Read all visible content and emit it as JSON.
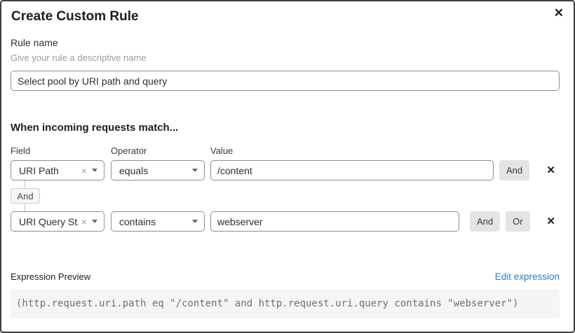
{
  "dialog": {
    "title": "Create Custom Rule"
  },
  "icons": {
    "close": "✕",
    "clear": "×",
    "delete": "✕"
  },
  "rule_name": {
    "label": "Rule name",
    "hint": "Give your rule a descriptive name",
    "value": "Select pool by URI path and query"
  },
  "match": {
    "heading": "When incoming requests match...",
    "columns": {
      "field": "Field",
      "operator": "Operator",
      "value": "Value"
    },
    "connector": "And",
    "rows": [
      {
        "field": "URI Path",
        "operator": "equals",
        "value": "/content",
        "and_label": "And"
      },
      {
        "field": "URI Query St...",
        "operator": "contains",
        "value": "webserver",
        "and_label": "And",
        "or_label": "Or"
      }
    ]
  },
  "expression": {
    "label": "Expression Preview",
    "edit_link": "Edit expression",
    "code": "(http.request.uri.path eq \"/content\" and http.request.uri.query contains \"webserver\")"
  },
  "colors": {
    "link_blue": "#2c7bbf",
    "chip_gray": "#e4e4e4",
    "code_background": "#f5f5f5",
    "input_border": "#8e8e8e"
  }
}
